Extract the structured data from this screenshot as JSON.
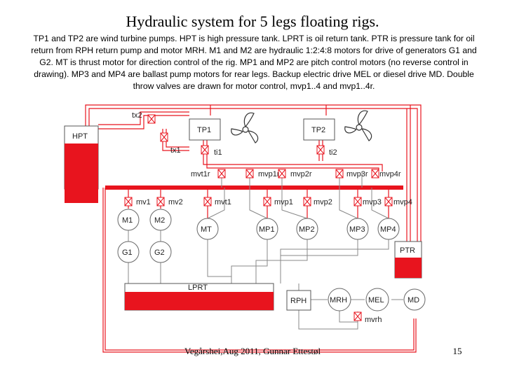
{
  "title": "Hydraulic system for 5 legs floating rigs.",
  "description": "TP1 and TP2 are wind turbine pumps. HPT is high pressure tank. LPRT is oil return tank. PTR is pressure tank for oil return from RPH return pump and motor MRH. M1 and M2 are hydraulic 1:2:4:8 motors for drive of generators G1 and G2. MT is thrust motor for direction control  of the rig. MP1 and MP2 are pitch control motors (no reverse control in drawing). MP3 and MP4 are ballast pump motors for rear legs. Backup electric drive MEL or diesel drive MD. Double throw valves are drawn for motor control, mvp1..4 and mvp1..4r.",
  "footer": "Vegårshei,Aug 2011, Gunnar Ettestøl",
  "page_number": "15",
  "colors": {
    "high_pressure": "#e8141e",
    "line": "#777777",
    "box_border": "#555555"
  },
  "diagram": {
    "tanks": {
      "hpt": "HPT",
      "lprt": "LPRT",
      "ptr": "PTR"
    },
    "pumps": {
      "tp1": "TP1",
      "tp2": "TP2",
      "rph": "RPH"
    },
    "motors": {
      "m1": "M1",
      "m2": "M2",
      "g1": "G1",
      "g2": "G2",
      "mt": "MT",
      "mp1": "MP1",
      "mp2": "MP2",
      "mp3": "MP3",
      "mp4": "MP4",
      "mrh": "MRH",
      "mel": "MEL",
      "md": "MD"
    },
    "valves": {
      "tx2": "tx2",
      "tx1": "tx1",
      "ti1": "ti1",
      "ti2": "ti2",
      "mvt1r": "mvt1r",
      "mvp1r": "mvp1r",
      "mvp2r": "mvp2r",
      "mvp3r": "mvp3r",
      "mvp4r": "mvp4r",
      "mv1": "mv1",
      "mv2": "mv2",
      "mvt1": "mvt1",
      "mvp1": "mvp1",
      "mvp2": "mvp2",
      "mvp3": "mvp3",
      "mvp4": "mvp4",
      "mvrh": "mvrh"
    }
  }
}
